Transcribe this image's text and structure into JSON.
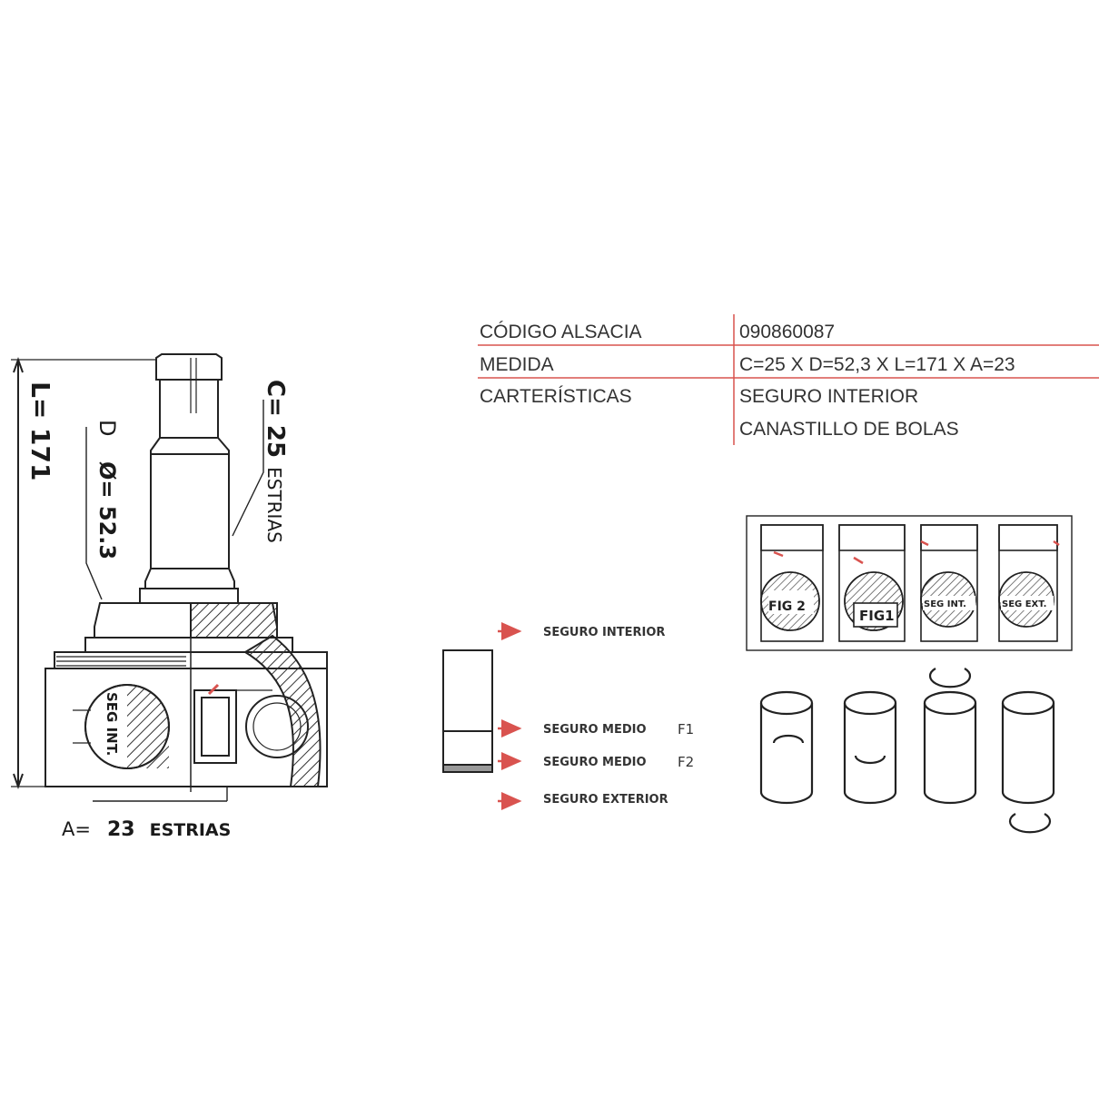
{
  "spec_table": {
    "rows": [
      {
        "label": "CÓDIGO ALSACIA",
        "value": "090860087"
      },
      {
        "label": "MEDIDA",
        "value": "C=25  X D=52,3 X L=171 X A=23"
      },
      {
        "label": "CARTERÍSTICAS",
        "value": "SEGURO INTERIOR"
      },
      {
        "label": "",
        "value": "CANASTILLO DE BOLAS"
      }
    ],
    "line_color": "#d9534f"
  },
  "joint_drawing": {
    "dim_L": "L= 171",
    "dim_C_value": "C= 25",
    "dim_C_suffix": "ESTRIAS",
    "dim_D_letter": "D",
    "dim_D_value": "Ø= 52.3",
    "dim_A_prefix": "A=",
    "dim_A_value": "23",
    "dim_A_suffix": "ESTRIAS",
    "seg_label": "SEG INT."
  },
  "legend": {
    "items": [
      {
        "label": "SEGURO INTERIOR",
        "code": ""
      },
      {
        "label": "SEGURO MEDIO",
        "code": "F1"
      },
      {
        "label": "SEGURO MEDIO",
        "code": "F2"
      },
      {
        "label": "SEGURO EXTERIOR",
        "code": ""
      }
    ],
    "arrow_color": "#d9534f"
  },
  "figures": {
    "labels": [
      "FIG 2",
      "FIG1",
      "SEG INT.",
      "SEG EXT."
    ]
  }
}
